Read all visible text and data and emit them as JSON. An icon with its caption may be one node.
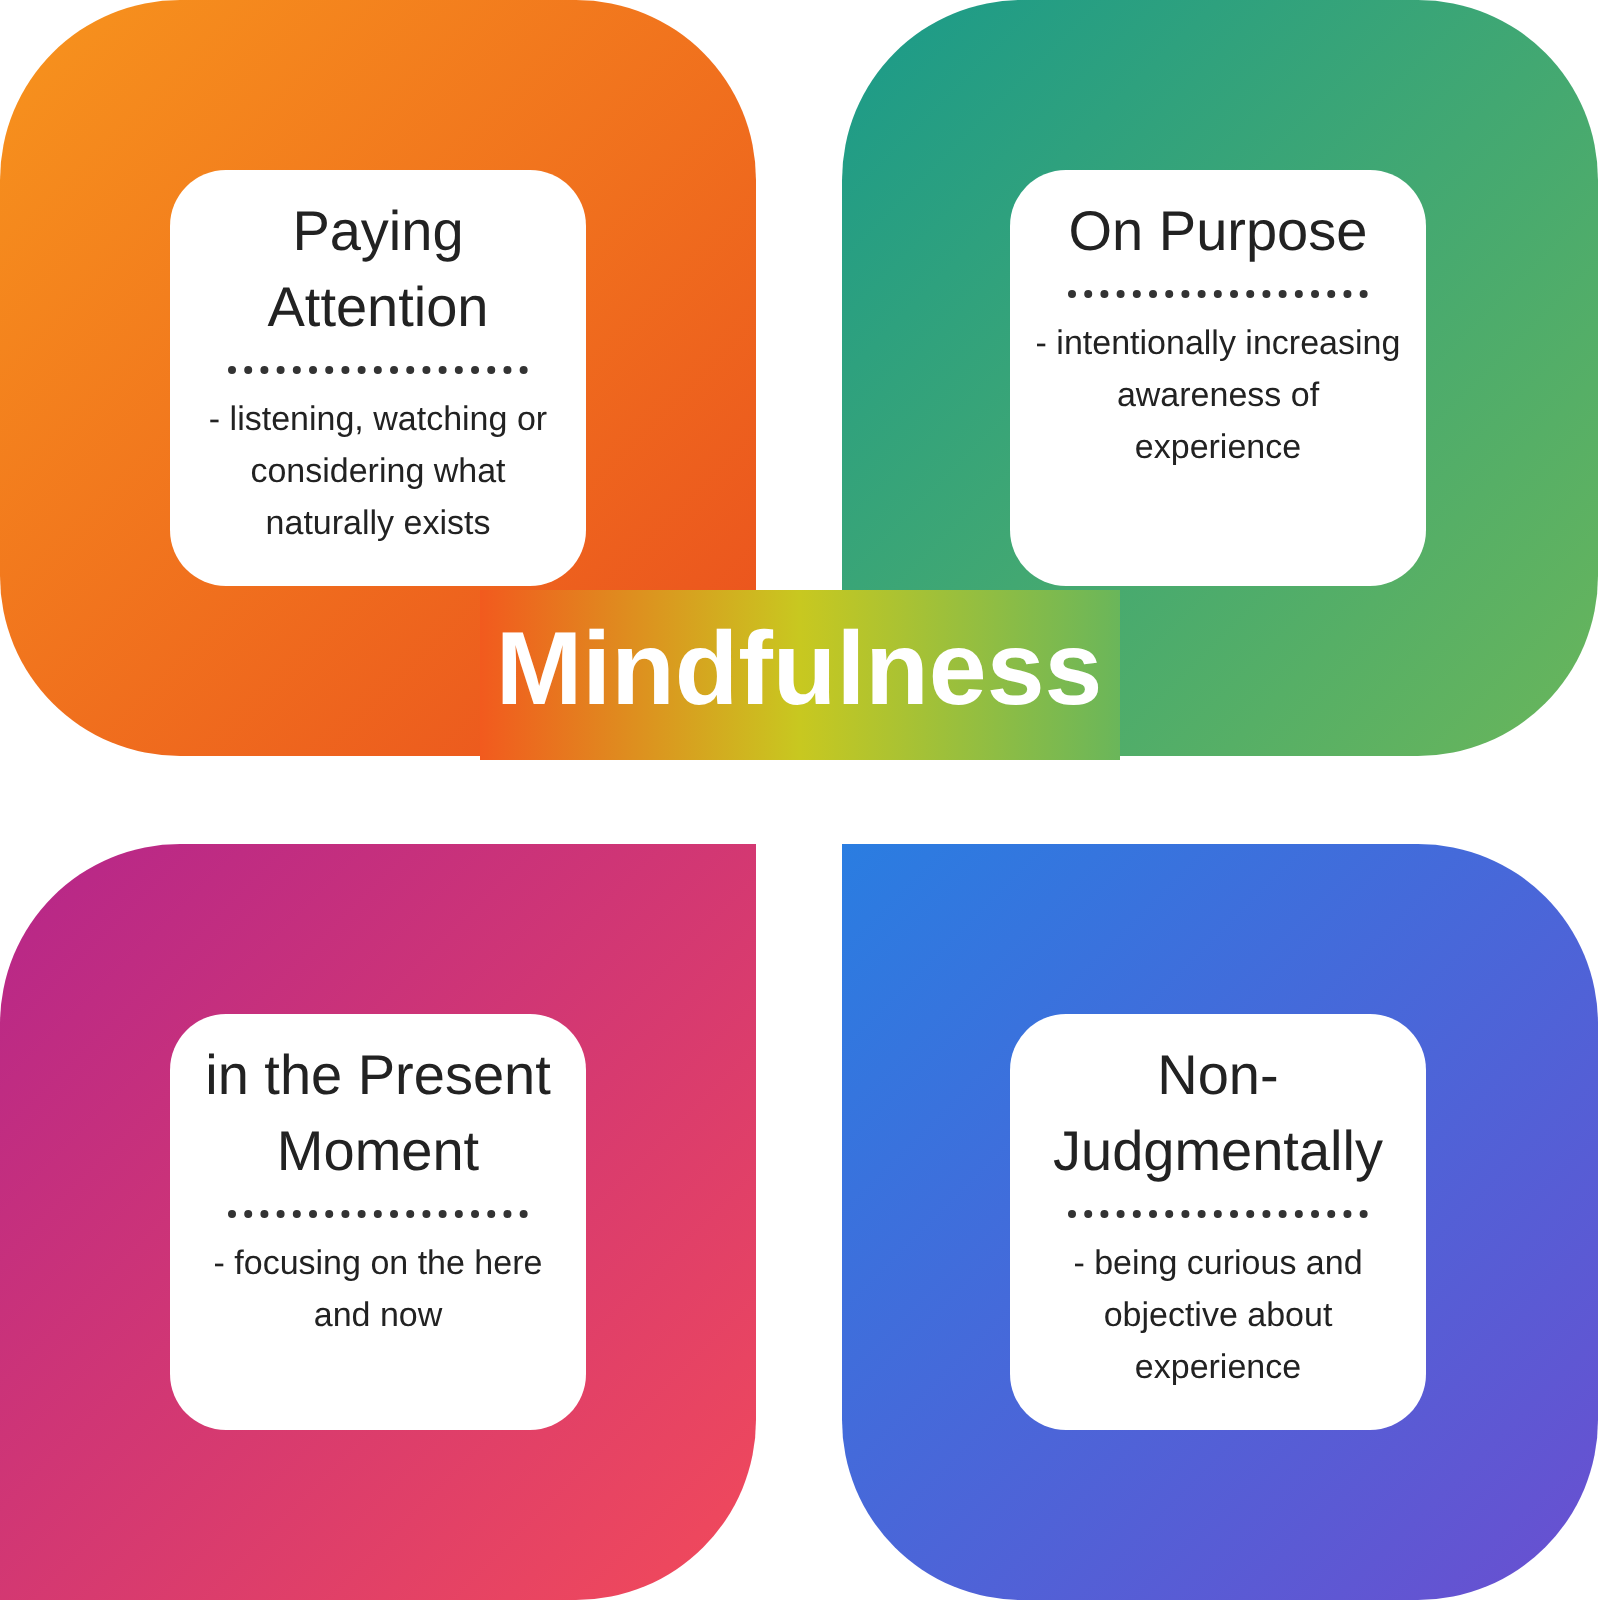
{
  "diagram": {
    "title": "Mindfulness",
    "nodes": [
      {
        "text": [
          "Paying Attention",
          "- listening, watching or considering what naturally exists"
        ]
      },
      {
        "text": [
          "On Purpose",
          "- intentionally increasing awareness of experience"
        ]
      },
      {
        "text": [
          "in the Present Moment",
          "- focusing on the here and now"
        ]
      },
      {
        "text": [
          "Non-Judgmentally",
          "- being curious and objective about experience"
        ]
      }
    ]
  }
}
